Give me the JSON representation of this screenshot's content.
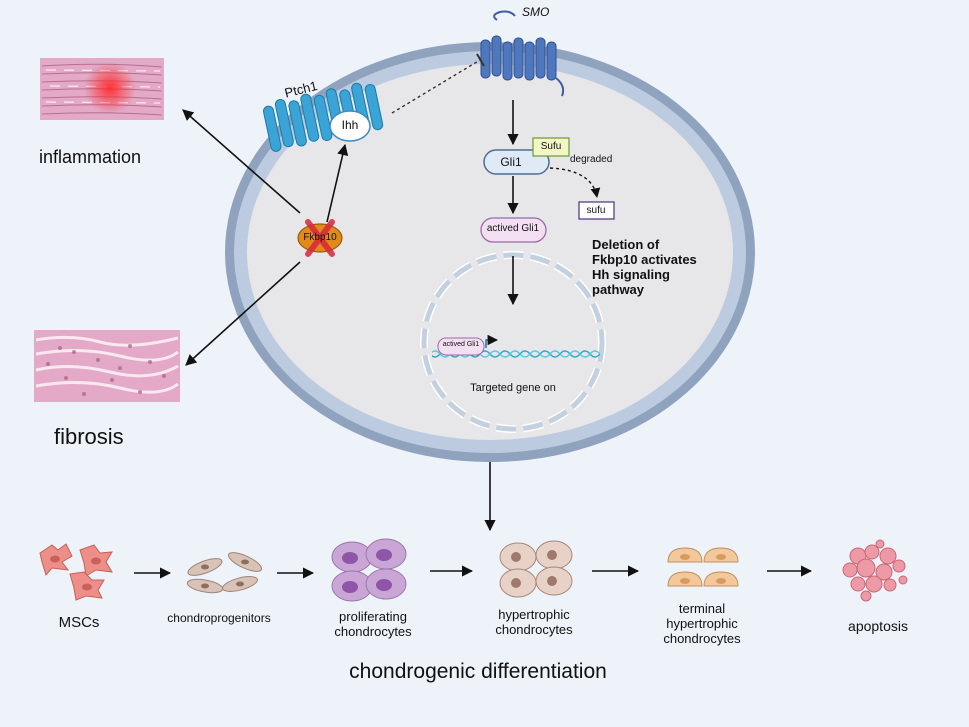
{
  "colors": {
    "background": "#eef3f9",
    "cell_membrane": "#8fa3bf",
    "cytoplasm": "#e7e7ea",
    "ptch1": "#3aa4d6",
    "smo": "#4f77bd",
    "fkbp10": "#e08a1c",
    "gli1_fill": "#dfeaf6",
    "sufu_fill": "#f3f6c6",
    "actived_gli1_fill": "#f2dff1",
    "tissue": "#e3a9c6",
    "msc": "#ee8e88",
    "chondroprogenitor": "#d9c3b6",
    "proliferating": "#c9a6d6",
    "hypertrophic": "#e8d2c8",
    "terminal": "#f3c89a",
    "apoptosis": "#ee9aa6"
  },
  "membrane_labels": {
    "smo": "SMO",
    "ptch1": "Ptch1",
    "ihh": "Ihh"
  },
  "signaling": {
    "gli1": "Gli1",
    "sufu": "Sufu",
    "degraded": "degraded",
    "sufu_degraded": "sufu",
    "actived_gli1": "actived Gli1",
    "fkbp10": "Fkbp10",
    "deletion_note": "Deletion of\nFkbp10 activates\nHh signaling\npathway"
  },
  "nucleus": {
    "actived_gli1_small": "actived Gli1",
    "targeted_gene": "Targeted gene on"
  },
  "outcomes": {
    "inflammation": "inflammation",
    "fibrosis": "fibrosis"
  },
  "differentiation": {
    "title": "chondrogenic differentiation",
    "stages": [
      {
        "label": "MSCs"
      },
      {
        "label": "chondroprogenitors"
      },
      {
        "label": "proliferating\nchondrocytes"
      },
      {
        "label": "hypertrophic\nchondrocytes"
      },
      {
        "label": "terminal\nhypertrophic\nchondrocytes"
      },
      {
        "label": "apoptosis"
      }
    ]
  }
}
